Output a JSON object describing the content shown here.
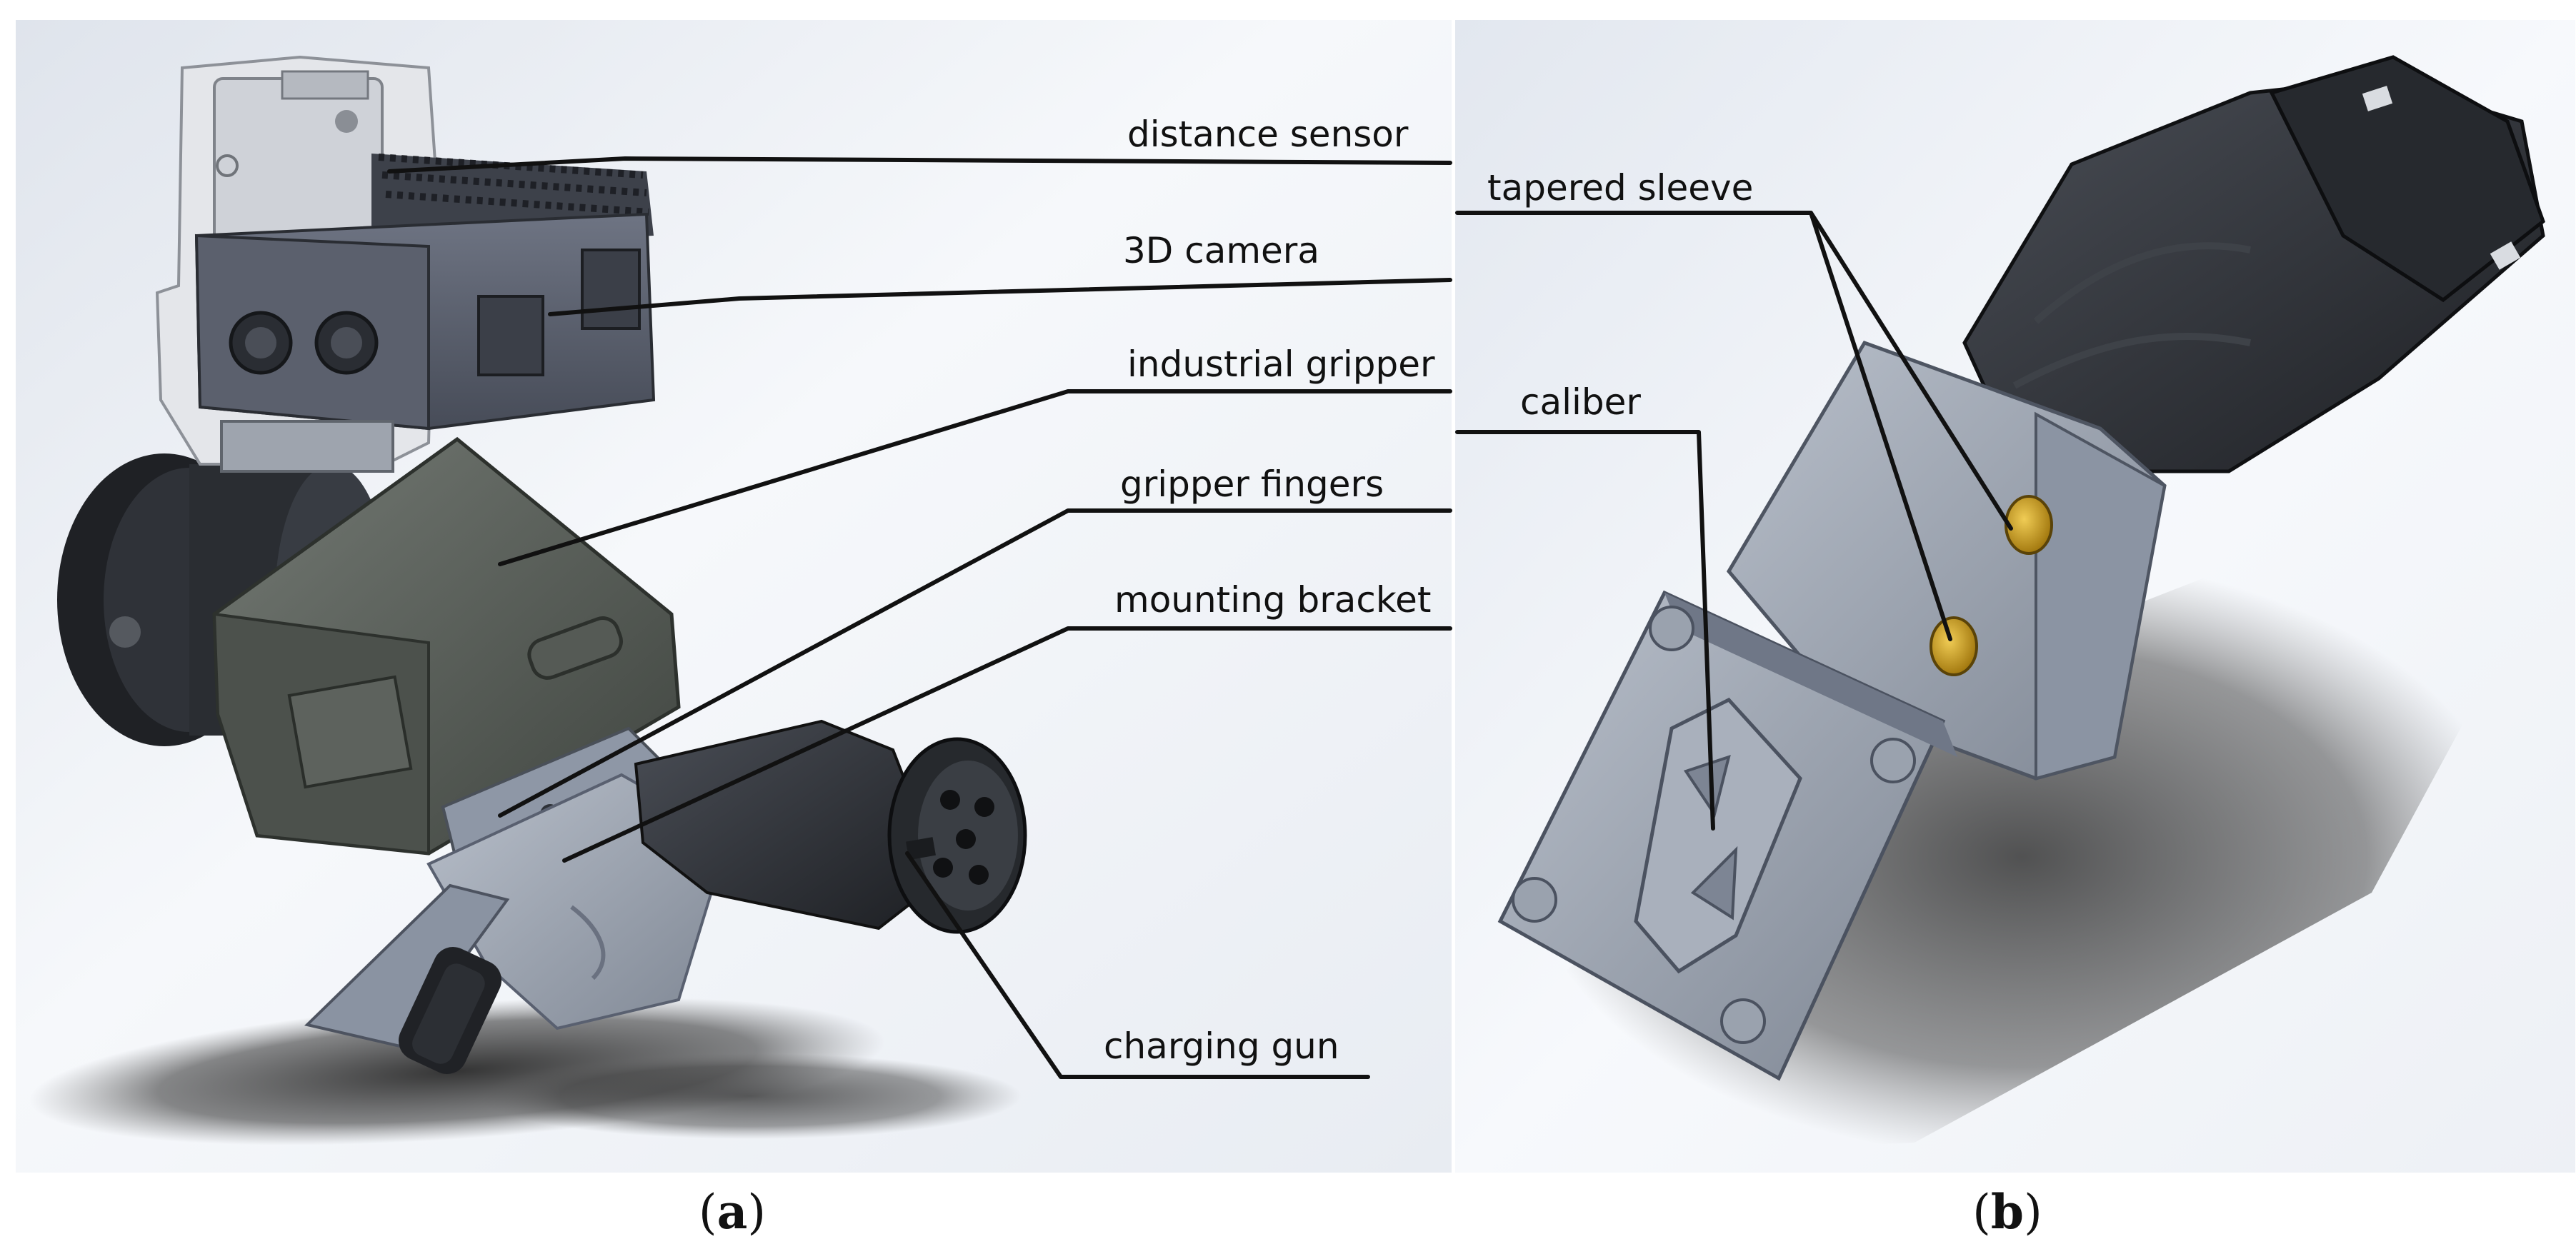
{
  "panel_a": {
    "labels": {
      "distance_sensor": "distance sensor",
      "camera_3d": "3D camera",
      "industrial_gripper": "industrial gripper",
      "gripper_fingers": "gripper fingers",
      "mounting_bracket": "mounting bracket",
      "charging_gun": "charging gun"
    },
    "caption_letter": "a"
  },
  "panel_b": {
    "labels": {
      "tapered_sleeve": "tapered sleeve",
      "caliber": "caliber"
    },
    "caption_letter": "b"
  },
  "colors": {
    "render_body_dark": "#2b2e33",
    "render_gripper": "#5a5f5a",
    "render_part_light": "#9aa2ae",
    "render_sleeve_gold": "#c9a020",
    "background_light": "#eef1f6"
  }
}
